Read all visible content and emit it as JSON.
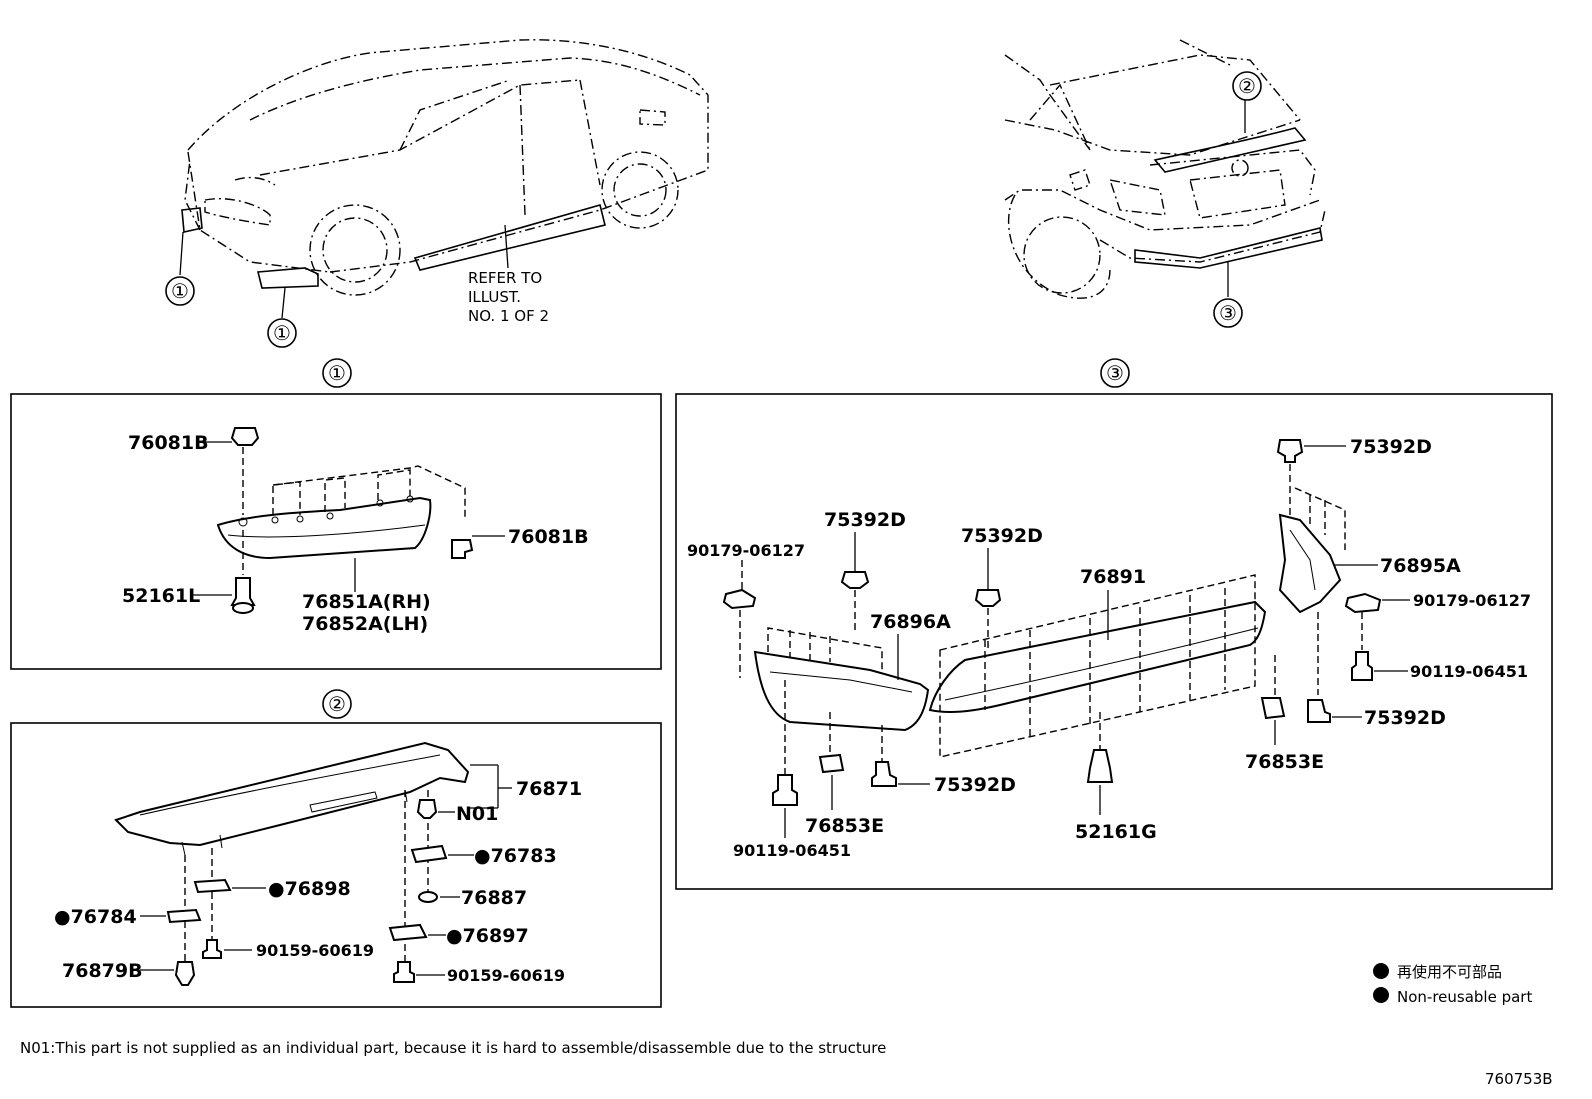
{
  "diagram": {
    "overview": {
      "refer_line1": "REFER TO",
      "refer_line2": "ILLUST.",
      "refer_line3": "NO. 1 OF 2",
      "callouts": [
        "①",
        "①",
        "②",
        "③"
      ]
    },
    "section1": {
      "number": "①",
      "labels": {
        "clip_top": "76081B",
        "clip_right": "76081B",
        "grommet": "52161L",
        "spoiler_rh": "76851A(RH)",
        "spoiler_lh": "76852A(LH)"
      }
    },
    "section2": {
      "number": "②",
      "labels": {
        "spoiler": "76871",
        "n01": "N01",
        "pad_76783": "●76783",
        "pad_76898": "●76898",
        "washer_76887": "76887",
        "pad_76784": "●76784",
        "pad_76897": "●76897",
        "screw_left": "90159-60619",
        "screw_right": "90159-60619",
        "plug_76879b": "76879B"
      }
    },
    "section3": {
      "number": "③",
      "labels": {
        "clip_top_right": "75392D",
        "clip_mid_left": "75392D",
        "clip_mid_center": "75392D",
        "nut_left": "90179-06127",
        "spoiler_76891": "76891",
        "extension_76896a": "76896A",
        "extension_76895a": "76895A",
        "nut_right": "90179-06127",
        "bolt_right": "90119-06451",
        "clip_lower_right": "75392D",
        "bracket_right": "76853E",
        "clip_lower_center": "75392D",
        "bracket_left": "76853E",
        "bolt_left": "90119-06451",
        "grommet_52161g": "52161G"
      }
    },
    "legend": {
      "jp": "再使用不可部品",
      "en": "Non-reusable part"
    },
    "footnote": "N01:This part is not supplied as an individual part, because it is hard to assemble/disassemble due to the structure",
    "figure_id": "760753B"
  }
}
